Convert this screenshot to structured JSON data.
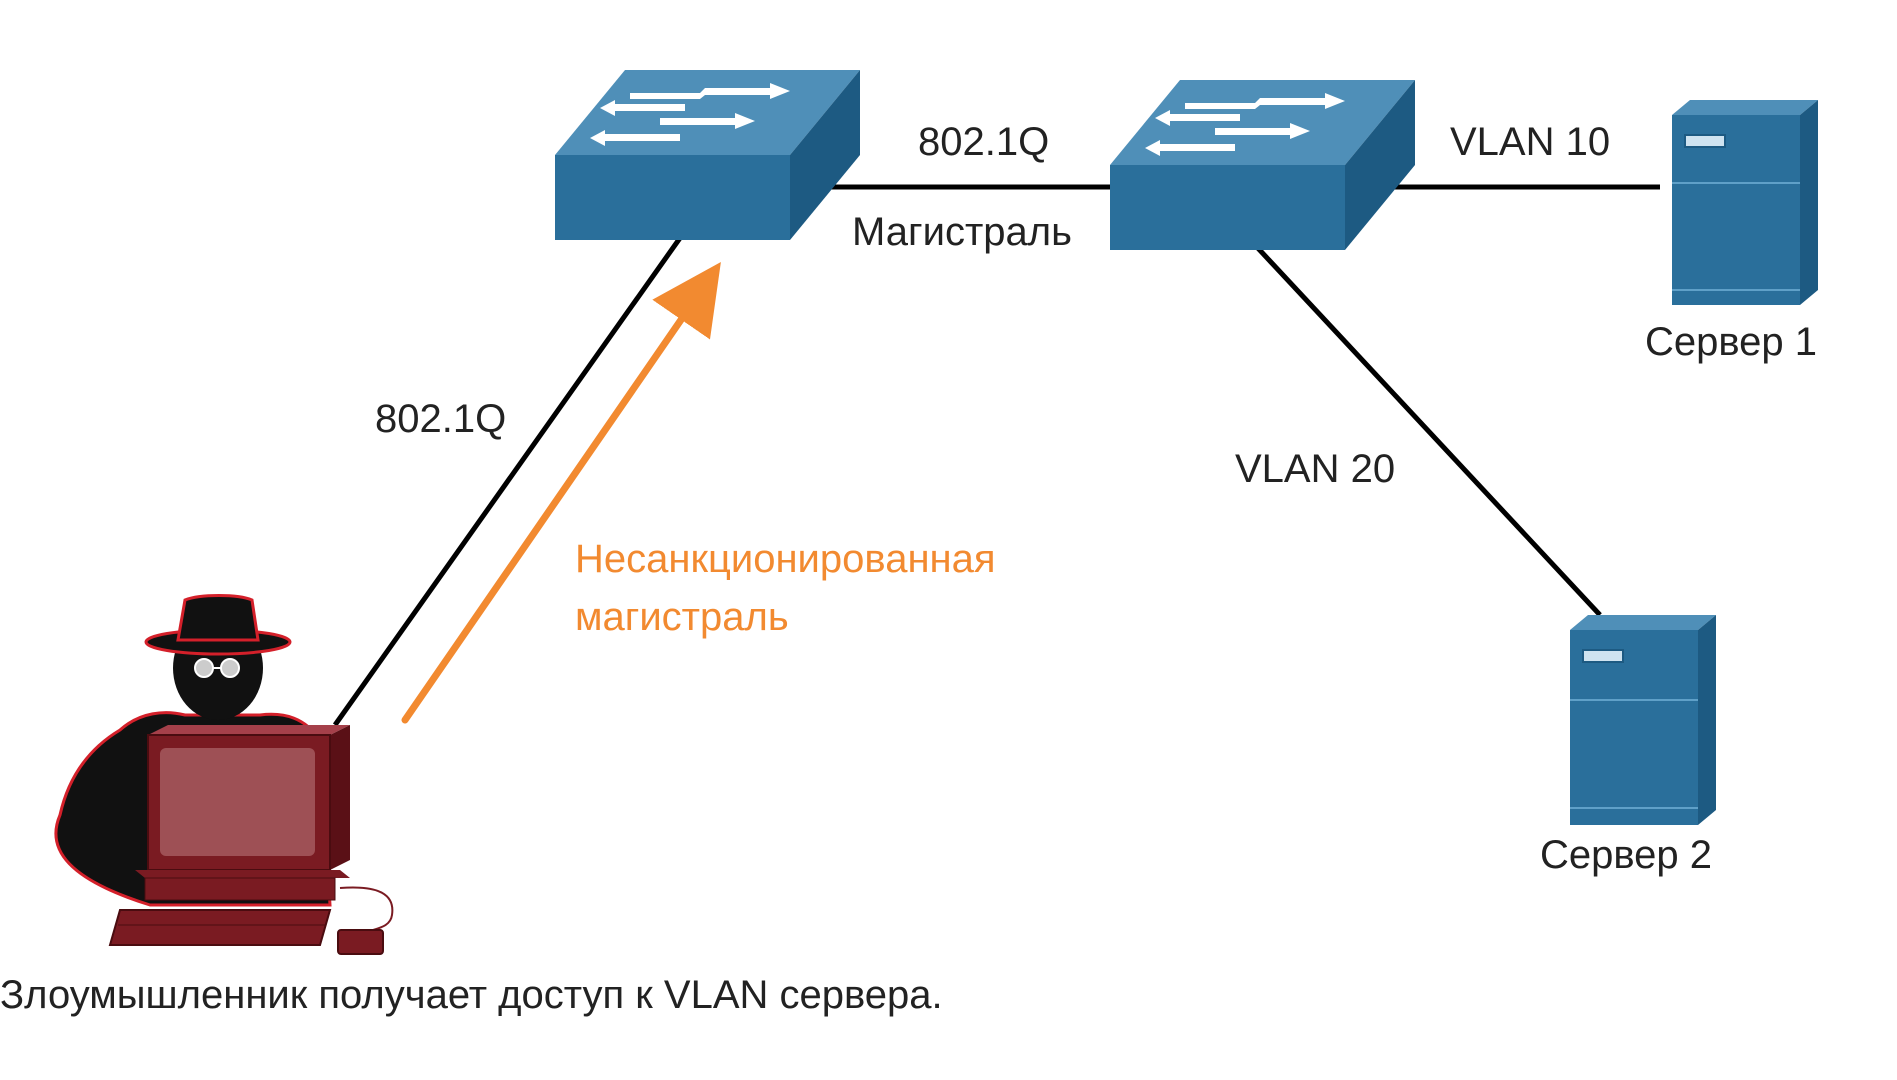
{
  "links": {
    "attacker_link_label": "802.1Q",
    "trunk_link_label_top": "802.1Q",
    "trunk_link_label_bottom": "Магистраль",
    "vlan10_label": "VLAN 10",
    "vlan20_label": "VLAN 20"
  },
  "servers": {
    "server1_label": "Сервер 1",
    "server2_label": "Сервер 2"
  },
  "attack": {
    "unauthorized_trunk_line1": "Несанкционированная",
    "unauthorized_trunk_line2": "магистраль"
  },
  "caption": "Злоумышленник получает доступ к VLAN сервера.",
  "colors": {
    "device_blue": "#2a6f9b",
    "device_top": "#4f8fb8",
    "device_side": "#1d5a82",
    "attack_orange": "#f28a30",
    "attacker_pc": "#7a1b22",
    "attacker_screen": "#9e5055",
    "link": "#000000"
  },
  "icons": {
    "switch_1": "switch-icon",
    "switch_2": "switch-icon",
    "server_1": "server-tower-icon",
    "server_2": "server-tower-icon",
    "attacker": "hacker-computer-icon"
  }
}
